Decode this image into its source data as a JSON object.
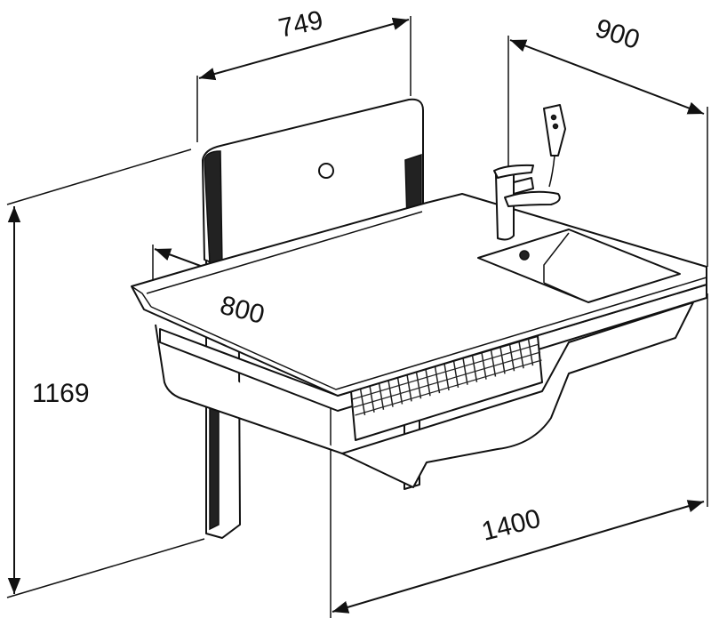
{
  "dimensions": {
    "backrest_width": "749",
    "depth": "900",
    "basin_depth": "800",
    "height": "1169",
    "length": "1400"
  }
}
